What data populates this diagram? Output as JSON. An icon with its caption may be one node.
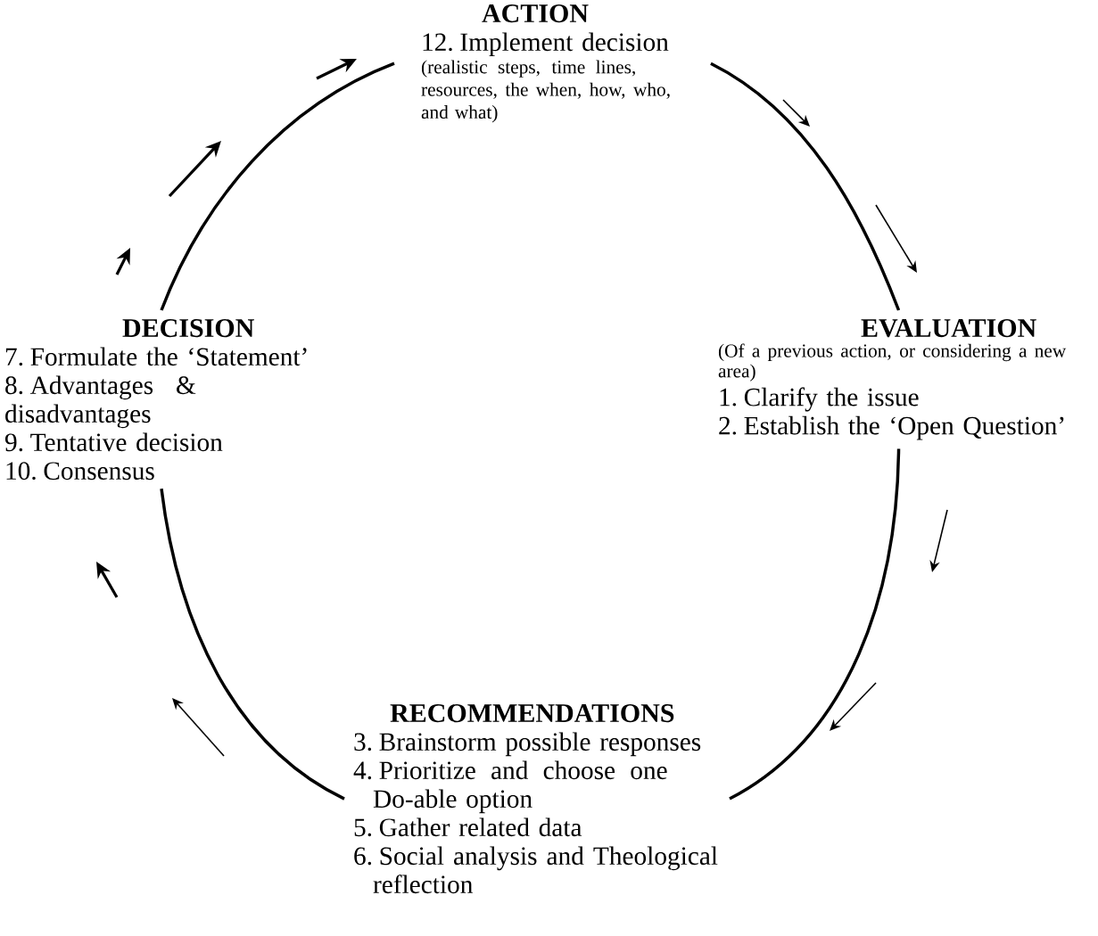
{
  "diagram": {
    "nodes": [
      {
        "text": [
          "ACTION",
          "12. Implement decision",
          "(realistic steps, time lines, resources, the when, how, who, and what)"
        ]
      },
      {
        "text": [
          "EVALUATION",
          "(Of a previous action, or considering a new area)",
          "1. Clarify the issue",
          "2. Establish the ‘Open Question’"
        ]
      },
      {
        "text": [
          "RECOMMENDATIONS",
          "3. Brainstorm possible responses",
          "4. Prioritize and choose one Do-able option",
          "5. Gather related data",
          "6. Social analysis and Theological reflection"
        ]
      },
      {
        "text": [
          "DECISION",
          "7.  Formulate the ‘Statement’",
          "8.  Advantages & disadvantages",
          "9.  Tentative decision",
          "10. Consensus"
        ]
      }
    ],
    "edges": [
      {
        "from": 3,
        "to": 0,
        "arrow": "none"
      },
      {
        "from": 0,
        "to": 1,
        "arrow": "none"
      },
      {
        "from": 1,
        "to": 2,
        "arrow": "none"
      },
      {
        "from": 2,
        "to": 3,
        "arrow": "none"
      }
    ]
  }
}
